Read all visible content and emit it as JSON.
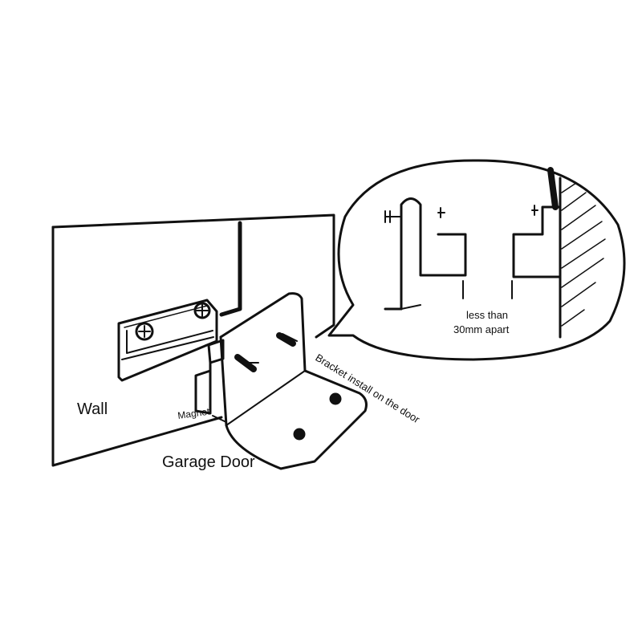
{
  "labels": {
    "wall": "Wall",
    "garage_door": "Garage Door",
    "magnet": "Magnet",
    "bracket": "Bracket install on the door",
    "gap_line1": "less than",
    "gap_line2": "30mm apart"
  },
  "colors": {
    "ink": "#111111",
    "paper": "#ffffff"
  }
}
